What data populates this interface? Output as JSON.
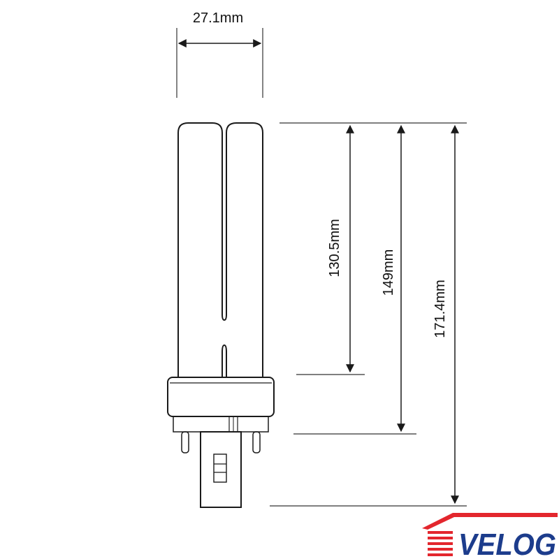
{
  "dimensions": {
    "width_label": "27.1mm",
    "tube_length_label": "130.5mm",
    "to_base_label": "149mm",
    "overall_length_label": "171.4mm"
  },
  "logo": {
    "text": "VELOG",
    "primary_color": "#e3262d",
    "secondary_color": "#1c3c8c"
  },
  "colors": {
    "line": "#1a1a1a",
    "dimension_line": "#333333"
  }
}
